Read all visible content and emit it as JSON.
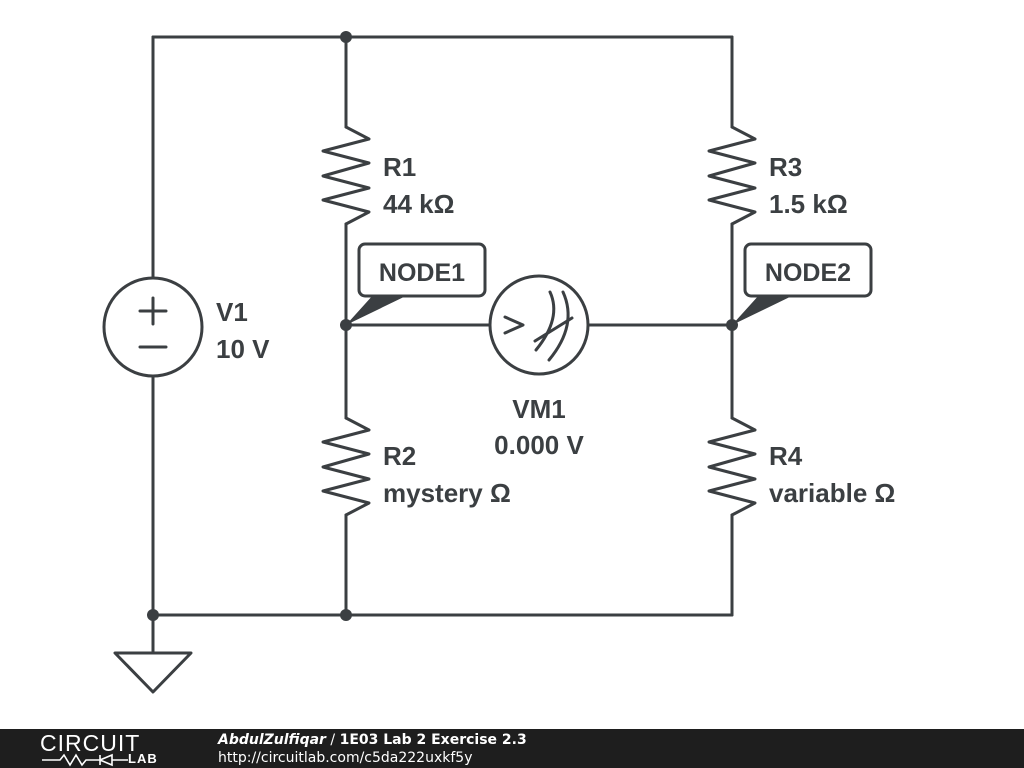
{
  "components": {
    "v1": {
      "name": "V1",
      "value": "10 V"
    },
    "r1": {
      "name": "R1",
      "value": "44 kΩ"
    },
    "r2": {
      "name": "R2",
      "value": "mystery Ω"
    },
    "r3": {
      "name": "R3",
      "value": "1.5 kΩ"
    },
    "r4": {
      "name": "R4",
      "value": "variable Ω"
    },
    "vm1": {
      "name": "VM1",
      "value": "0.000 V"
    }
  },
  "nodes": {
    "node1": "NODE1",
    "node2": "NODE2"
  },
  "footer": {
    "logo_top": "CIRCUIT",
    "logo_bottom": "LAB",
    "author": "AbdulZulfiqar",
    "separator": " / ",
    "title": "1E03 Lab 2 Exercise 2.3",
    "url": "http://circuitlab.com/c5da222uxkf5y"
  },
  "colors": {
    "ink": "#3b3f42",
    "footer_bg": "#1e1e1e",
    "background": "#ffffff"
  }
}
